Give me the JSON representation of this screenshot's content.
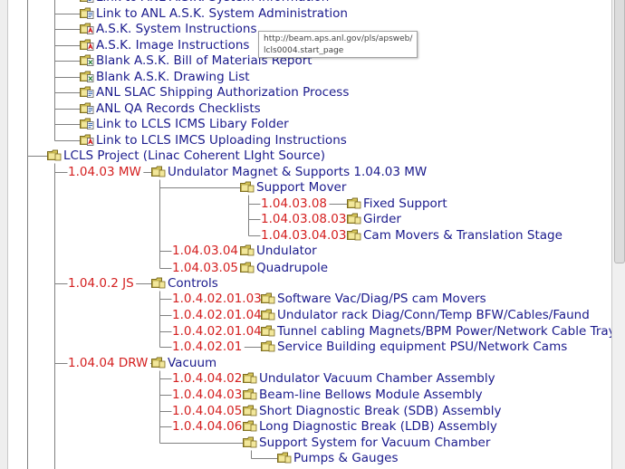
{
  "tooltip": {
    "line1": "http://beam.aps.anl.gov/pls/apsweb/",
    "line2": "lcls0004.start_page"
  },
  "colors": {
    "link": "#1a1a8c",
    "code": "#d42020",
    "line": "#808080"
  },
  "docs": [
    {
      "icon": "folder-doc-icon",
      "label": "Link to ANL A.S.K. System Information"
    },
    {
      "icon": "folder-doc-icon",
      "label": "Link to ANL A.S.K. System Administration"
    },
    {
      "icon": "pdf-doc-icon",
      "label": "A.S.K. System Instructions"
    },
    {
      "icon": "pdf-doc-icon",
      "label": "A.S.K. Image Instructions"
    },
    {
      "icon": "excel-doc-icon",
      "label": "Blank A.S.K. Bill of Materials Report"
    },
    {
      "icon": "excel-doc-icon",
      "label": "Blank A.S.K. Drawing List"
    },
    {
      "icon": "folder-doc-icon",
      "label": "ANL SLAC Shipping Authorization Process"
    },
    {
      "icon": "folder-doc-icon",
      "label": "ANL QA Records Checklists"
    },
    {
      "icon": "folder-doc-icon",
      "label": "Link to LCLS ICMS Libary Folder"
    },
    {
      "icon": "pdf-doc-icon",
      "label": "Link to LCLS IMCS Uploading Instructions"
    }
  ],
  "project": {
    "label": "LCLS Project (Linac Coherent LIght Source)"
  },
  "groups": [
    {
      "code": "1.04.03 MW",
      "label": "Undulator Magnet & Supports 1.04.03 MW"
    },
    {
      "code": "1.04.0.2 JS",
      "label": "Controls"
    },
    {
      "code": "1.04.04 DRW",
      "label": "Vacuum"
    }
  ],
  "mw": {
    "support_mover": "Support Mover",
    "mover_items": [
      {
        "code": "1.04.03.08",
        "label": "Fixed Support"
      },
      {
        "code": "1.04.03.08.03",
        "label": "Girder"
      },
      {
        "code": "1.04.03.04.03",
        "label": "Cam Movers & Translation Stage"
      }
    ],
    "items": [
      {
        "code": "1.04.03.04",
        "label": "Undulator"
      },
      {
        "code": "1.04.03.05",
        "label": "Quadrupole"
      }
    ]
  },
  "controls_items": [
    {
      "code": "1.0.4.02.01.03",
      "label": "Software Vac/Diag/PS cam Movers"
    },
    {
      "code": "1.0.4.02.01.04",
      "label": "Undulator rack Diag/Conn/Temp BFW/Cables/Faund"
    },
    {
      "code": "1.0.4.02.01.04",
      "label": "Tunnel cabling Magnets/BPM Power/Network Cable Trays"
    },
    {
      "code": "1.0.4.02.01",
      "label": "Service Building equipment PSU/Network Cams"
    }
  ],
  "vacuum_items": [
    {
      "code": "1.0.4.04.02",
      "label": "Undulator Vacuum Chamber Assembly"
    },
    {
      "code": "1.0.4.04.03",
      "label": "Beam-line Bellows Module Assembly"
    },
    {
      "code": "1.0.4.04.05",
      "label": "Short Diagnostic Break (SDB) Assembly"
    },
    {
      "code": "1.0.4.04.06",
      "label": "Long Diagnostic Break (LDB) Assembly"
    }
  ],
  "vacuum_support": {
    "label": "Support System for Vacuum Chamber",
    "child": "Pumps & Gauges"
  }
}
